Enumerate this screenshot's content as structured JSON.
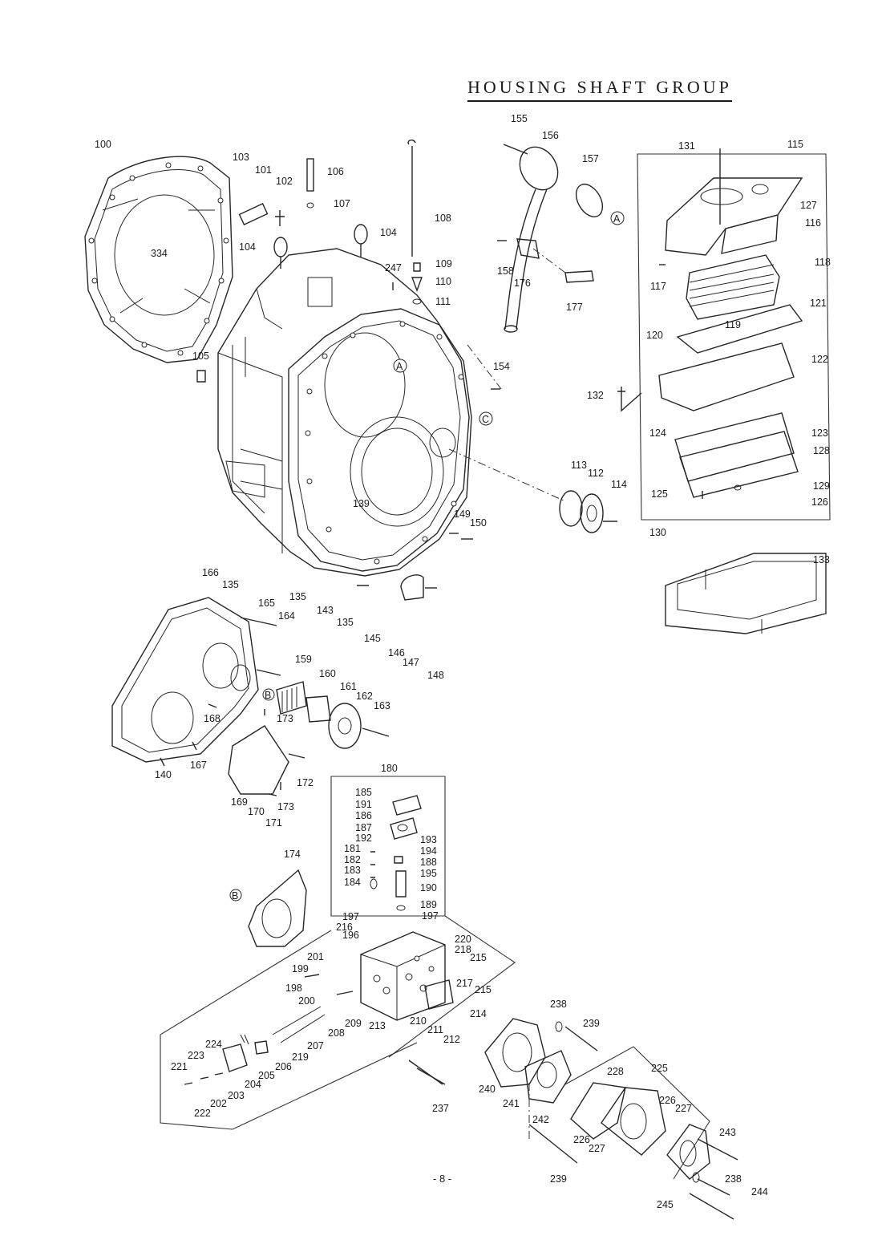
{
  "title": "HOUSING SHAFT GROUP",
  "page_number": "- 8 -",
  "reference_markers": [
    "A",
    "B",
    "C"
  ],
  "part_labels": [
    "100",
    "101",
    "102",
    "103",
    "104",
    "105",
    "106",
    "107",
    "108",
    "109",
    "110",
    "111",
    "112",
    "113",
    "114",
    "115",
    "116",
    "117",
    "118",
    "119",
    "120",
    "121",
    "122",
    "123",
    "124",
    "125",
    "126",
    "127",
    "128",
    "129",
    "130",
    "131",
    "132",
    "133",
    "135",
    "139",
    "140",
    "143",
    "145",
    "146",
    "147",
    "148",
    "149",
    "150",
    "154",
    "155",
    "156",
    "157",
    "158",
    "159",
    "160",
    "161",
    "162",
    "163",
    "164",
    "165",
    "166",
    "167",
    "168",
    "169",
    "170",
    "171",
    "172",
    "173",
    "174",
    "176",
    "177",
    "180",
    "181",
    "182",
    "183",
    "184",
    "185",
    "186",
    "187",
    "188",
    "189",
    "190",
    "191",
    "192",
    "193",
    "194",
    "195",
    "196",
    "197",
    "198",
    "199",
    "200",
    "201",
    "202",
    "203",
    "204",
    "205",
    "206",
    "207",
    "208",
    "209",
    "210",
    "211",
    "212",
    "213",
    "214",
    "215",
    "216",
    "217",
    "218",
    "219",
    "220",
    "221",
    "222",
    "223",
    "224",
    "225",
    "226",
    "227",
    "228",
    "237",
    "238",
    "239",
    "240",
    "241",
    "242",
    "243",
    "244",
    "245",
    "247",
    "334"
  ]
}
